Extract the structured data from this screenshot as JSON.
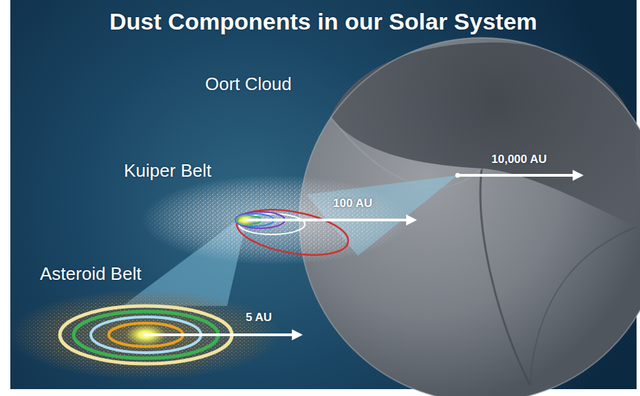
{
  "diagram": {
    "title": "Dust Components in our Solar System",
    "labels": [
      "Oort Cloud",
      "Kuiper Belt",
      "Asteroid Belt",
      "10,000 AU",
      "100 AU",
      "5 AU"
    ]
  }
}
